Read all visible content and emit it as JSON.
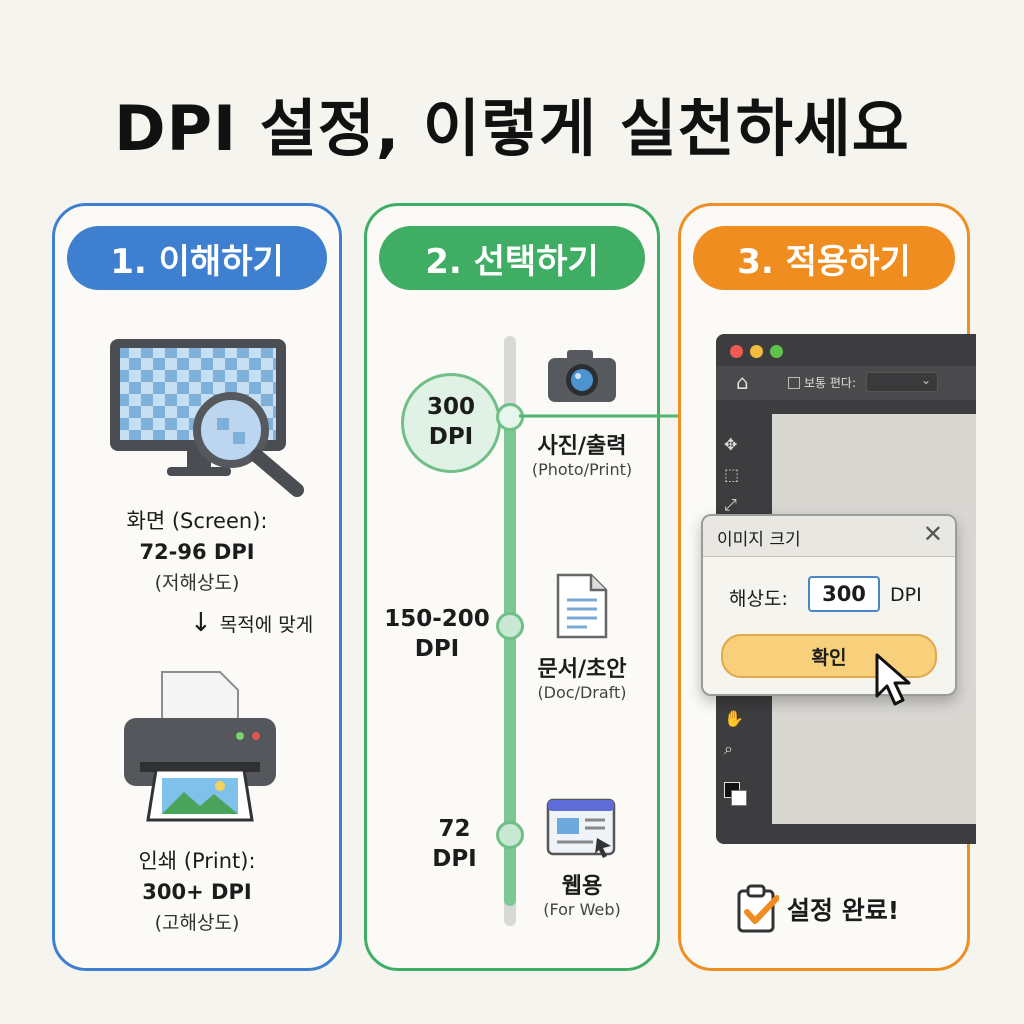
{
  "title": "DPI 설정, 이렇게 실천하세요",
  "steps": [
    {
      "label": "1. 이해하기",
      "color": "#3f7fd0"
    },
    {
      "label": "2. 선택하기",
      "color": "#3fae64"
    },
    {
      "label": "3. 적용하기",
      "color": "#f08d20"
    }
  ],
  "understand": {
    "screen_title": "화면 (Screen):",
    "screen_value": "72-96 DPI",
    "screen_note": "(저해상도)",
    "arrow_note": "목적에 맞게",
    "print_title": "인쇄 (Print):",
    "print_value": "300+ DPI",
    "print_note": "(고해상도)",
    "icons": [
      "monitor-icon",
      "magnifier-icon",
      "printer-icon"
    ]
  },
  "choose": {
    "levels": [
      {
        "dpi_top": "300",
        "dpi_bottom": "DPI",
        "label": "사진/출력",
        "sub": "(Photo/Print)",
        "icon": "camera-icon"
      },
      {
        "dpi_top": "150-200",
        "dpi_bottom": "DPI",
        "label": "문서/초안",
        "sub": "(Doc/Draft)",
        "icon": "document-icon"
      },
      {
        "dpi_top": "72",
        "dpi_bottom": "DPI",
        "label": "웹용",
        "sub": "(For Web)",
        "icon": "web-page-icon"
      }
    ]
  },
  "apply": {
    "toolbar_text": "보통 편다:",
    "dialog_title": "이미지 크기",
    "resolution_label": "해상도:",
    "resolution_value": "300",
    "resolution_unit": "DPI",
    "ok_label": "확인",
    "done_label": "설정 완료!"
  }
}
